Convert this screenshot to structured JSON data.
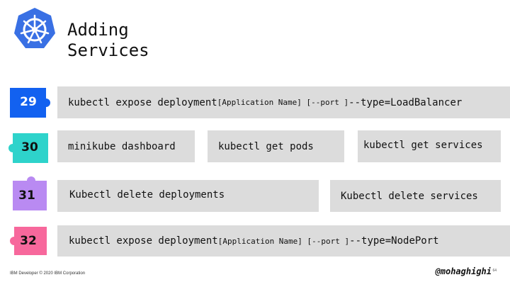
{
  "title": "Adding\nServices",
  "colors": {
    "blue": "#1261f0",
    "teal": "#2ed3cb",
    "purple": "#b98af2",
    "pink": "#f7689c",
    "box": "#dcdcdc",
    "logo": "#3970e4"
  },
  "steps": [
    {
      "number": "29",
      "commands": [
        {
          "p1": "kubectl expose deployment ",
          "p2": "[Application Name] [--port ]",
          "p3": "  --type=LoadBalancer"
        }
      ]
    },
    {
      "number": "30",
      "commands": [
        "minikube dashboard",
        "kubectl get pods",
        "kubectl get services"
      ]
    },
    {
      "number": "31",
      "commands": [
        "Kubectl delete deployments",
        "Kubectl delete services"
      ]
    },
    {
      "number": "32",
      "commands": [
        {
          "p1": "kubectl expose deployment ",
          "p2": "[Application Name] [--port ]",
          "p3": "  --type=NodePort"
        }
      ]
    }
  ],
  "footer": "IBM Developer © 2020 IBM Corporation",
  "handle": "@mohaghighi",
  "page_number": "64"
}
